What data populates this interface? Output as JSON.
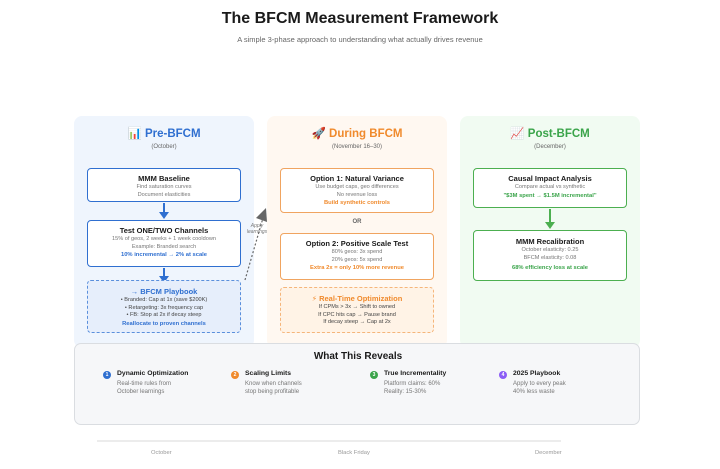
{
  "header": {
    "title": "The BFCM Measurement Framework",
    "subtitle": "A simple 3-phase approach to understanding what actually drives revenue"
  },
  "phases": {
    "pre": {
      "icon": "📊",
      "title": "Pre-BFCM",
      "period": "(October)",
      "baseline": {
        "title": "MMM Baseline",
        "lines": [
          "Find saturation curves",
          "Document elasticities"
        ]
      },
      "test": {
        "title": "Test ONE/TWO Channels",
        "lines": [
          "15% of geos, 2 weeks + 1 week cooldown",
          "Example: Branded search"
        ],
        "highlight": "10% incremental → 2% at scale"
      },
      "playbook": {
        "title": "→ BFCM Playbook",
        "lines": [
          "• Branded: Cap at 1x (save $200K)",
          "• Retargeting: 3x frequency cap",
          "• FB: Stop at 2x if decay steep"
        ],
        "highlight": "Reallocate to proven channels"
      }
    },
    "during": {
      "icon": "🚀",
      "title": "During BFCM",
      "period": "(November 16–30)",
      "option1": {
        "title": "Option 1: Natural Variance",
        "lines": [
          "Use budget caps, geo differences",
          "No revenue loss"
        ],
        "highlight": "Build synthetic controls"
      },
      "or_label": "OR",
      "option2": {
        "title": "Option 2: Positive Scale Test",
        "lines": [
          "80% geos: 3x spend",
          "20% geos: 5x spend"
        ],
        "highlight": "Extra 2x = only 10% more revenue"
      },
      "realtime": {
        "icon": "⚡",
        "title": "Real-Time Optimization",
        "lines": [
          "If CPMs > 3x → Shift to owned",
          "If CPC hits cap → Pause brand",
          "If decay steep → Cap at 2x"
        ]
      }
    },
    "post": {
      "icon": "📈",
      "title": "Post-BFCM",
      "period": "(December)",
      "causal": {
        "title": "Causal Impact Analysis",
        "lines": [
          "Compare actual vs synthetic"
        ],
        "highlight": "\"$3M spent → $1.5M incremental\""
      },
      "recal": {
        "title": "MMM Recalibration",
        "lines": [
          "October elasticity: 0.25",
          "BFCM elasticity: 0.08"
        ],
        "highlight": "68% efficiency loss at scale"
      }
    }
  },
  "feedback_arrow": {
    "label_line1": "Apply",
    "label_line2": "learnings"
  },
  "reveals": {
    "title": "What This Reveals",
    "items": [
      {
        "num": "1",
        "color": "#2f6fd0",
        "title": "Dynamic Optimization",
        "lines": [
          "Real-time rules from",
          "October learnings"
        ]
      },
      {
        "num": "2",
        "color": "#f08a2c",
        "title": "Scaling Limits",
        "lines": [
          "Know when channels",
          "stop being profitable"
        ]
      },
      {
        "num": "3",
        "color": "#3aa44a",
        "title": "True Incrementality",
        "lines": [
          "Platform claims: 60%",
          "Reality: 15-30%"
        ]
      },
      {
        "num": "4",
        "color": "#8b5cf6",
        "title": "2025 Playbook",
        "lines": [
          "Apply to every peak",
          "40% less waste"
        ]
      }
    ]
  },
  "timeline": {
    "labels": [
      "October",
      "Black Friday",
      "December"
    ]
  }
}
